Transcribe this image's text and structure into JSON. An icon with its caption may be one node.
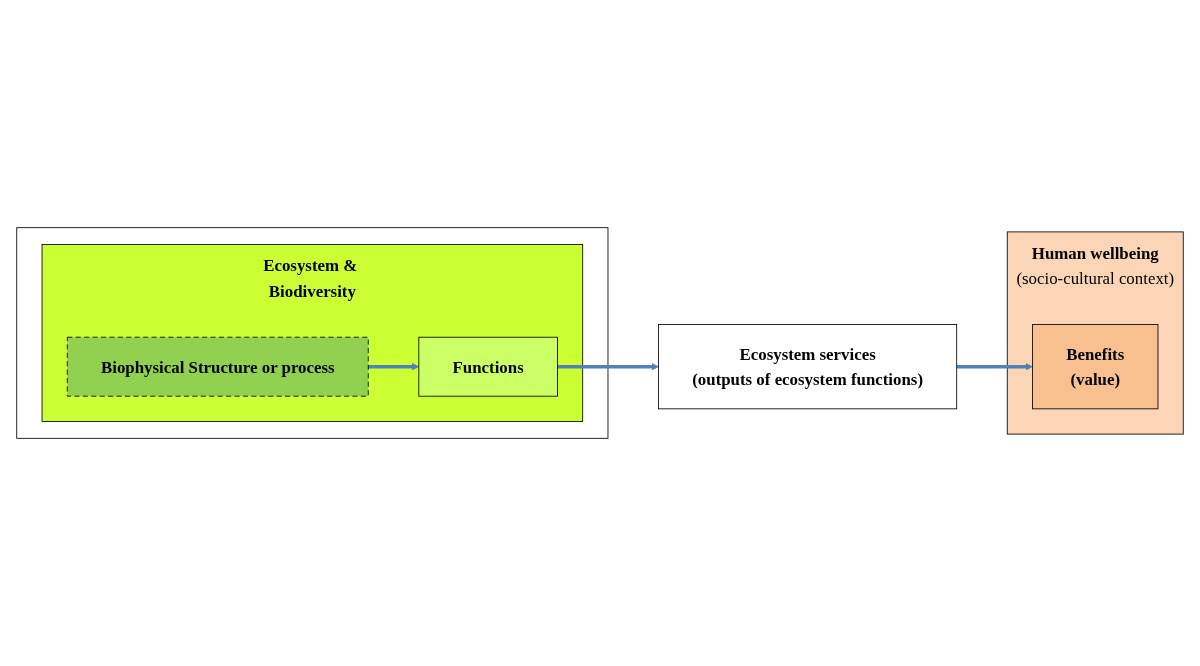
{
  "diagram": {
    "nodes": [
      {
        "text": [],
        "shape": "box"
      },
      {
        "text": [
          "Ecosystem & Biodiversity"
        ],
        "in": 0
      },
      {
        "text": [
          "Biophysical Structure or process"
        ],
        "in": 1
      },
      {
        "text": [
          "Functions"
        ],
        "in": 1
      },
      {
        "text": [
          "Ecosystem services",
          "(outputs of ecosystem functions)"
        ]
      },
      {
        "text": [
          "Human wellbeing",
          "(socio-cultural context)"
        ]
      },
      {
        "text": [
          "Benefits",
          "(value)"
        ],
        "in": 5
      }
    ],
    "edges": [
      {
        "from": 2,
        "to": 3,
        "arrow": "to"
      },
      {
        "from": 3,
        "to": 4,
        "arrow": "to"
      },
      {
        "from": 4,
        "to": 6,
        "arrow": "to"
      }
    ]
  }
}
